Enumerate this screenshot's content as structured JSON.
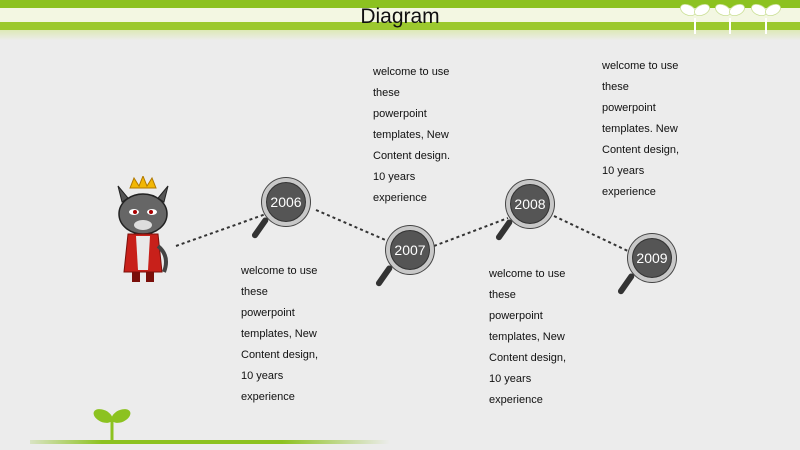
{
  "title": "Diagram",
  "colors": {
    "accent": "#8cc220",
    "marker": "#555555",
    "background": "#ececec"
  },
  "timeline": [
    {
      "year": "2006",
      "text": [
        "welcome to use",
        "these",
        "powerpoint",
        "templates, New",
        "Content design,",
        "10 years",
        "experience"
      ]
    },
    {
      "year": "2007",
      "text": [
        "welcome to use",
        "these",
        "powerpoint",
        "templates, New",
        "Content design.",
        "10 years",
        "experience"
      ]
    },
    {
      "year": "2008",
      "text": [
        "welcome to use",
        "these",
        "powerpoint",
        "templates, New",
        "Content design,",
        "10 years",
        "experience"
      ]
    },
    {
      "year": "2009",
      "text": [
        "welcome to use",
        "these",
        "powerpoint",
        "templates. New",
        "Content design,",
        "10 years",
        "experience"
      ]
    }
  ],
  "icons": {
    "character": "cartoon-cat-king-icon",
    "marker": "magnifier-icon",
    "decoration": "sprout-icon"
  }
}
